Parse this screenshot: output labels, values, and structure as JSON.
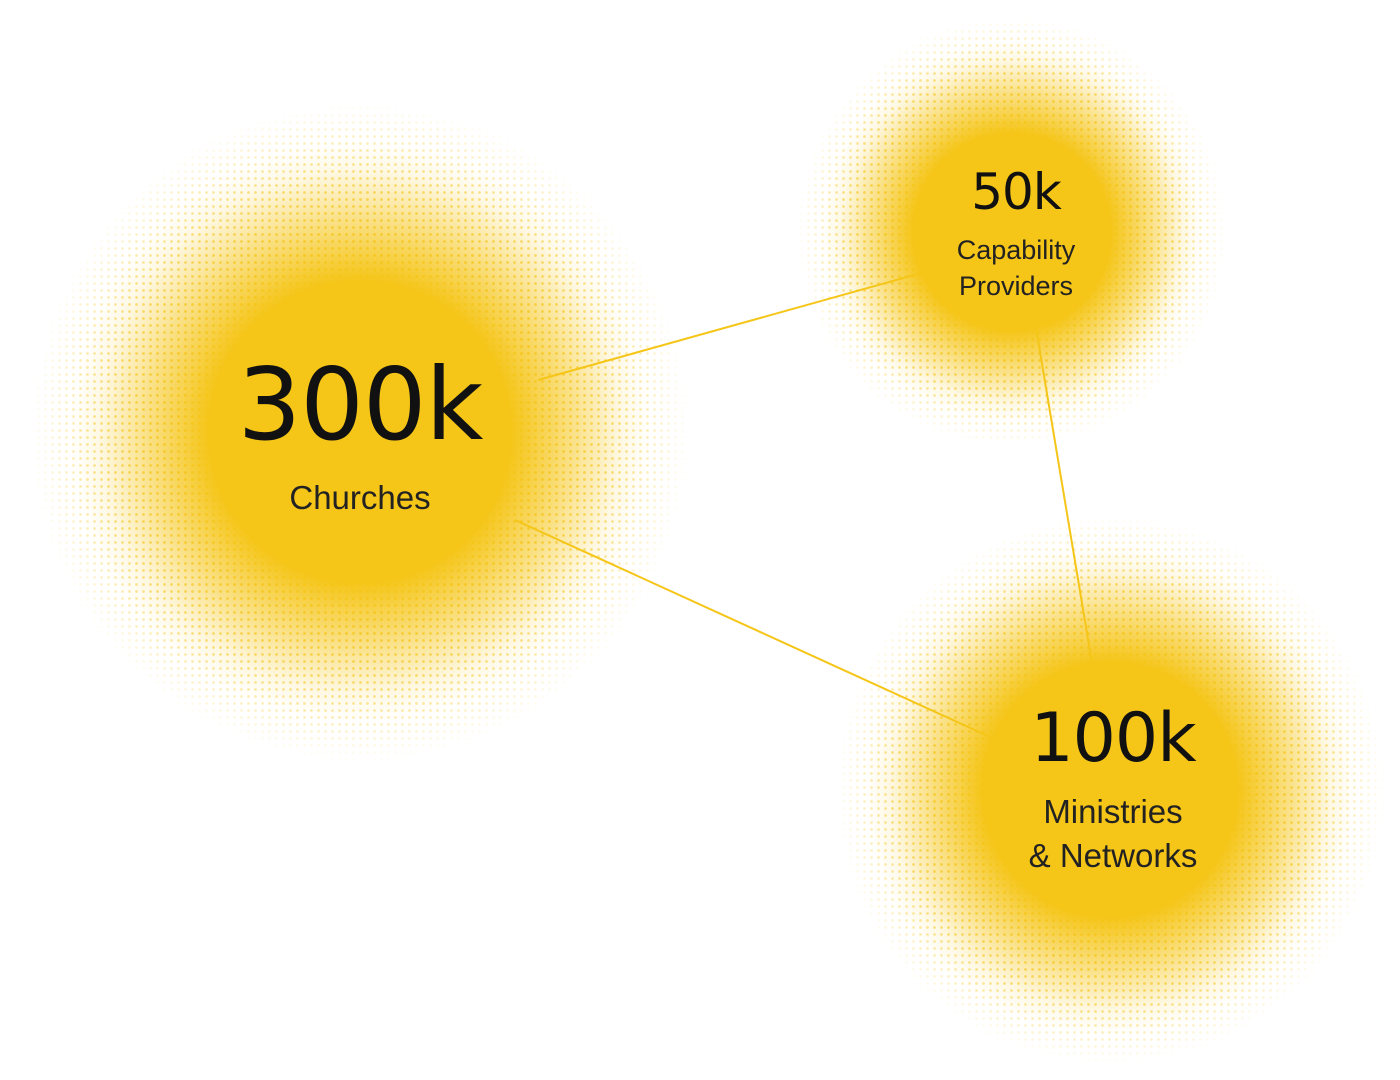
{
  "colors": {
    "accent": "#F5C518",
    "connector": "#F5C518",
    "text": "#111111",
    "background": "#FFFFFF"
  },
  "nodes": {
    "churches": {
      "value": "300k",
      "label_lines": [
        "Churches"
      ]
    },
    "providers": {
      "value": "50k",
      "label_lines": [
        "Capability",
        "Providers"
      ]
    },
    "ministries": {
      "value": "100k",
      "label_lines": [
        "Ministries",
        "& Networks"
      ]
    }
  },
  "connections": [
    {
      "from": "churches",
      "to": "providers"
    },
    {
      "from": "churches",
      "to": "ministries"
    },
    {
      "from": "providers",
      "to": "ministries"
    }
  ]
}
